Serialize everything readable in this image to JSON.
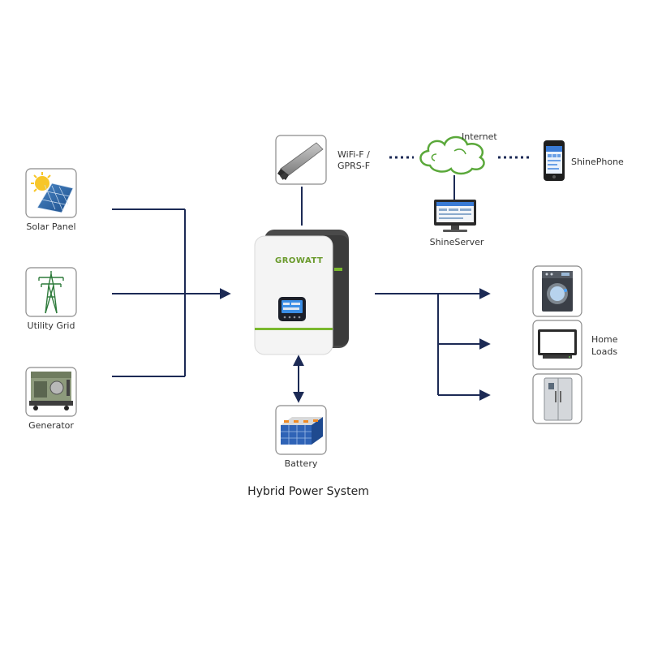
{
  "title": "Hybrid Power System",
  "brand_logo_text": "GROWATT",
  "colors": {
    "connector_line": "#1c2a55",
    "dotted_link": "#1c2a55",
    "cloud_green": "#5aa83a",
    "brand_green": "#7ab82e",
    "icon_border": "#8a8a8a"
  },
  "nodes": {
    "solar_panel": {
      "label": "Solar Panel",
      "icon": "solar-panel-icon"
    },
    "utility_grid": {
      "label": "Utility Grid",
      "icon": "power-pylon-icon"
    },
    "generator": {
      "label": "Generator",
      "icon": "generator-icon"
    },
    "wifi_module": {
      "label_line1": "WiFi-F /",
      "label_line2": "GPRS-F",
      "icon": "wifi-dongle-icon"
    },
    "internet": {
      "label": "Internet",
      "icon": "cloud-icon"
    },
    "shine_phone": {
      "label": "ShinePhone",
      "icon": "smartphone-icon"
    },
    "shine_server": {
      "label": "ShineServer",
      "icon": "monitor-icon"
    },
    "inverter": {
      "label": "GROWATT",
      "icon": "inverter-icon"
    },
    "battery": {
      "label": "Battery",
      "icon": "battery-bank-icon"
    },
    "home_loads": {
      "label_line1": "Home",
      "label_line2": "Loads",
      "icons": [
        "washing-machine-icon",
        "television-icon",
        "refrigerator-icon"
      ]
    }
  }
}
